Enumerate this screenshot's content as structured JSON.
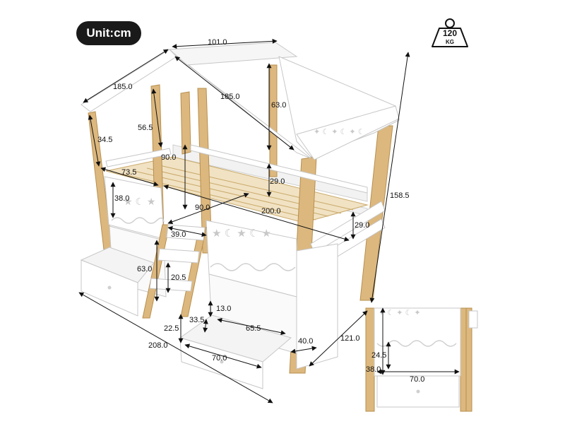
{
  "unit_label": "Unit:cm",
  "weight": {
    "value": "120",
    "unit": "KG"
  },
  "dimensions": {
    "roof_width": "101.0",
    "roof_slope_left": "185.0",
    "roof_slope_right": "185.0",
    "roof_peak_height": "63.0",
    "post_height_front": "34.5",
    "post_height_mid": "56.5",
    "guard_width": "73.5",
    "guard_length": "90.0",
    "panel_height": "38.0",
    "mattress_width": "90.0",
    "mattress_length": "200.0",
    "rail_height_inner": "29.0",
    "rail_height_side": "29.0",
    "total_height": "158.5",
    "ladder_width": "39.0",
    "drawer_left_depth": "63.0",
    "step_height": "20.5",
    "cubby_height": "13.0",
    "drawer_width_inner": "33.5",
    "drawer_length": "65.5",
    "floor_clearance": "22.5",
    "drawer_front_width": "70.0",
    "total_length": "208.0",
    "leg_width": "40.0",
    "total_width": "121.0",
    "inset_opening_height": "24.5",
    "inset_cabinet_height": "38.0",
    "inset_drawer_width": "70.0"
  }
}
